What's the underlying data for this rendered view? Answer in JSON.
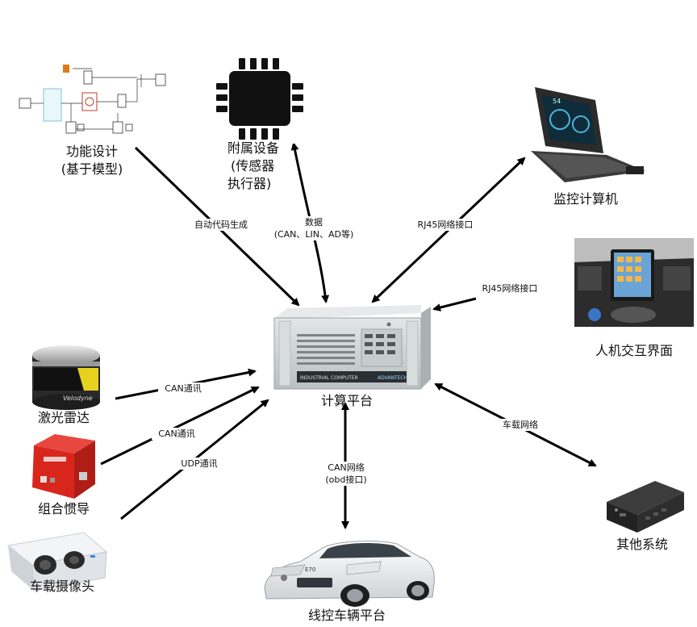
{
  "nodes": {
    "model_design": {
      "line1": "功能设计",
      "line2": "(基于模型)"
    },
    "peripherals": {
      "line1": "附属设备",
      "line2": "(传感器",
      "line3": "执行器)"
    },
    "monitor_pc": {
      "label": "监控计算机"
    },
    "hmi": {
      "label": "人机交互界面"
    },
    "compute": {
      "label": "计算平台"
    },
    "lidar": {
      "label": "激光雷达"
    },
    "imu": {
      "label": "组合惯导"
    },
    "camera": {
      "label": "车载摄像头"
    },
    "vehicle": {
      "label": "线控车辆平台"
    },
    "other": {
      "label": "其他系统"
    }
  },
  "edges": {
    "autocode": "自动代码生成",
    "data_line1": "数据",
    "data_line2": "(CAN、LIN、AD等)",
    "rj45_monitor": "RJ45网络接口",
    "rj45_hmi": "RJ45网络接口",
    "can_lidar": "CAN通讯",
    "can_imu": "CAN通讯",
    "udp_camera": "UDP通讯",
    "can_vehicle_line1": "CAN网络",
    "can_vehicle_line2": "(obd接口)",
    "vehicle_network": "车载网络"
  },
  "images": {
    "ipc_brand": "ADVANTECH",
    "ipc_model": "INDUSTRIAL COMPUTER",
    "lidar_brand": "Velodyne",
    "car_badge": "E70",
    "monitor_screen": "54"
  },
  "colors": {
    "arrow": "#000000",
    "lidar_body": "#2a2a2a",
    "lidar_band": "#e6d21e",
    "imu_red": "#d8261d",
    "camera_body": "#e9ecef",
    "ipc_body": "#cfd4d4"
  }
}
